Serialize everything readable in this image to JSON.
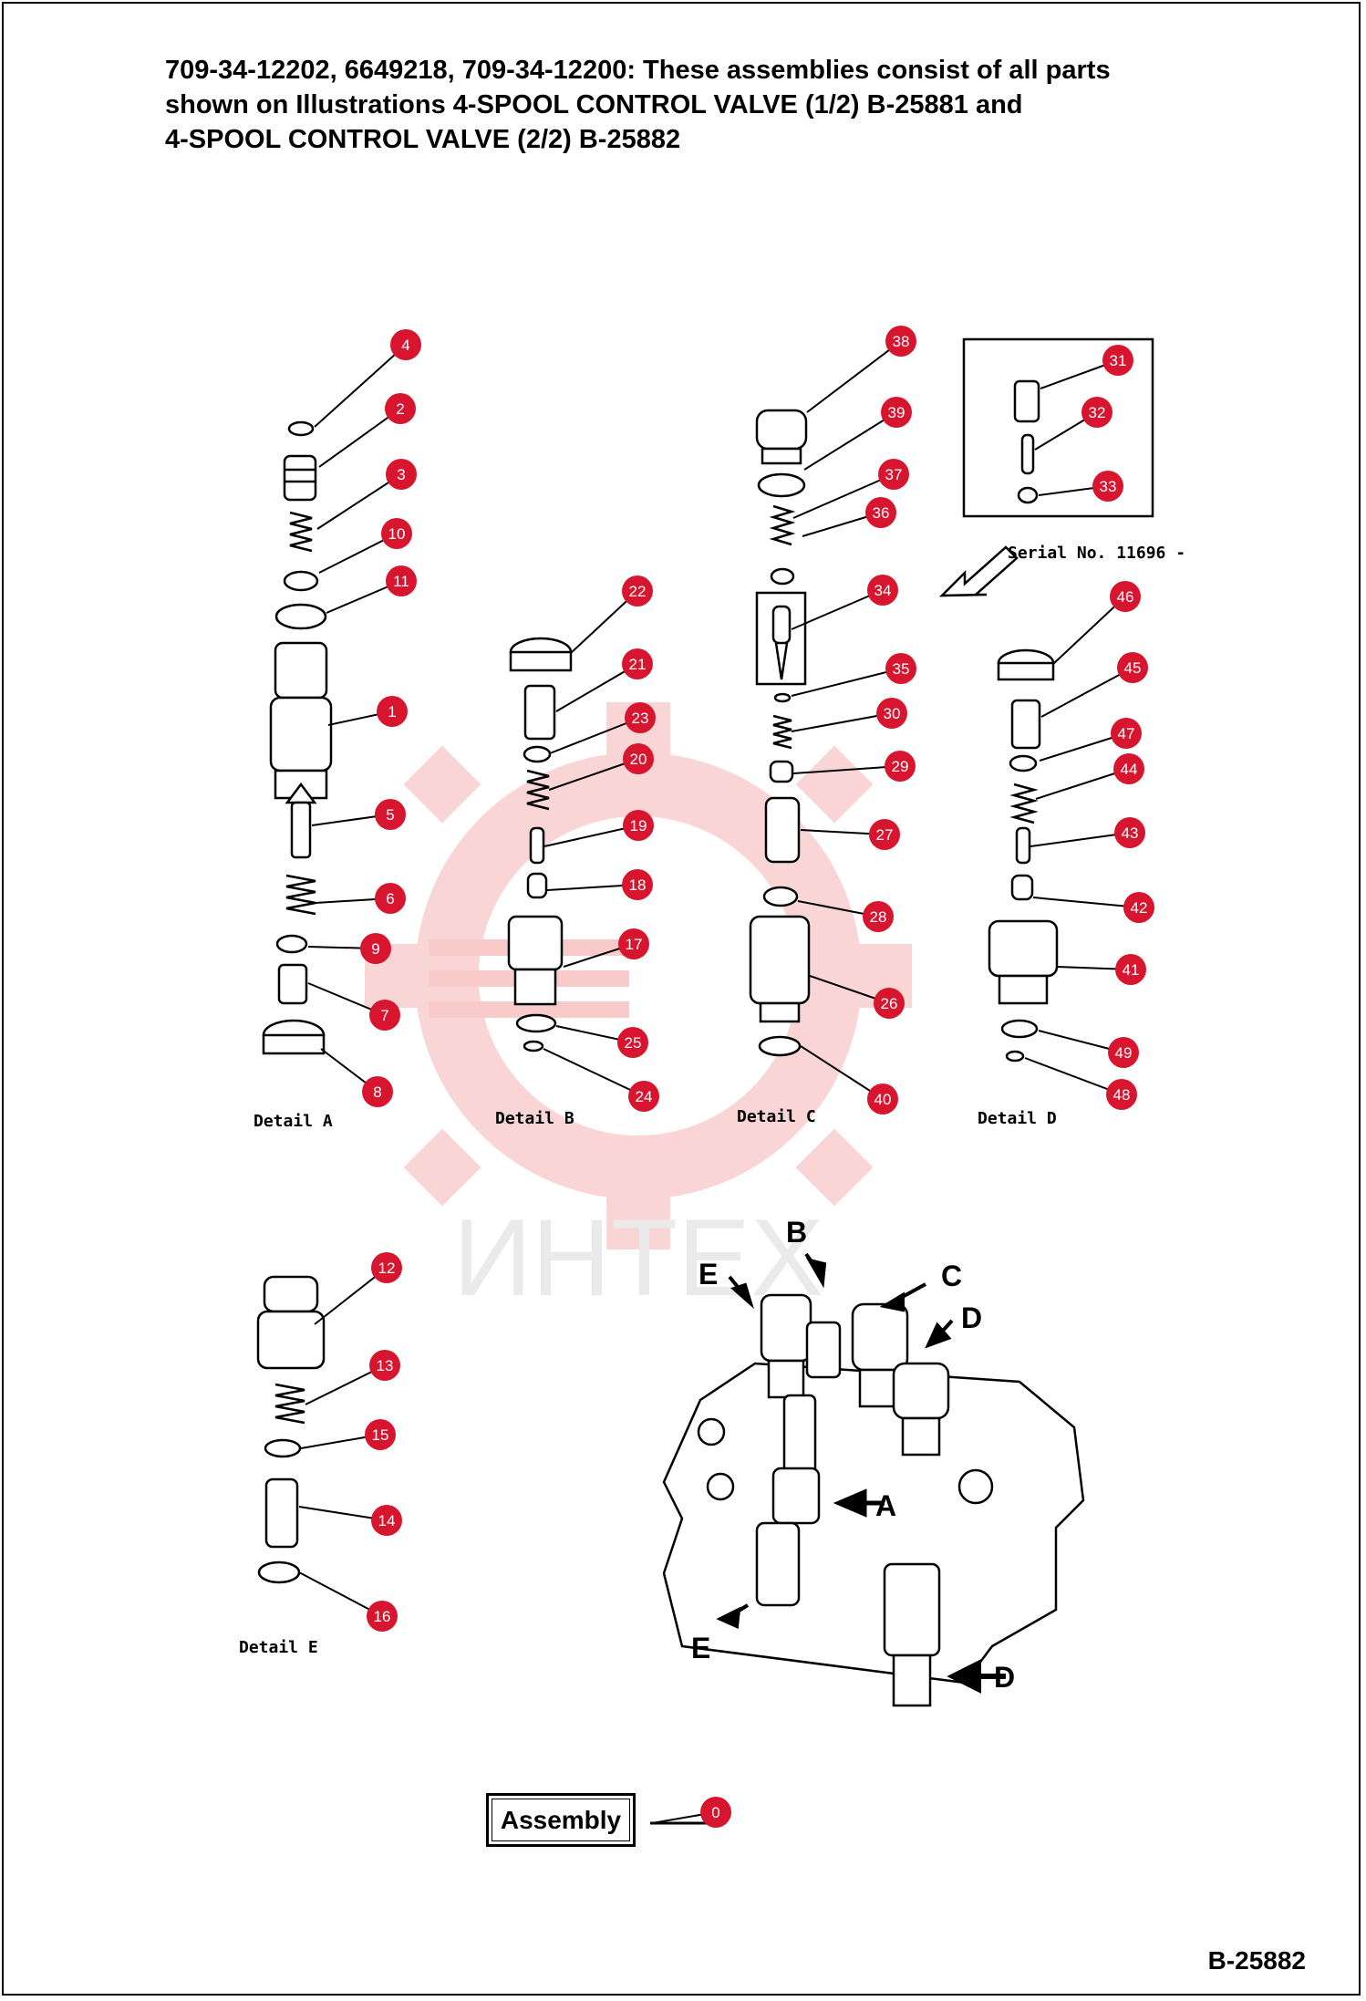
{
  "header": {
    "line1": "709-34-12202, 6649218, 709-34-12200: These assemblies consist of all parts",
    "line2": "shown on Illustrations 4-SPOOL CONTROL VALVE (1/2) B-25881 and",
    "line3": "4-SPOOL CONTROL VALVE (2/2) B-25882"
  },
  "details": {
    "a": "Detail A",
    "b": "Detail B",
    "c": "Detail C",
    "d": "Detail D",
    "e": "Detail E"
  },
  "serial_note": "Serial No. 11696 -",
  "assembly_refs": {
    "a": "A",
    "b": "B",
    "c": "C",
    "d1": "D",
    "d2": "D",
    "e1": "E",
    "e2": "E"
  },
  "assembly_label": "Assembly",
  "watermark": "ИНТЕХ",
  "footer_code": "B-25882",
  "colors": {
    "callout": "#d8152e",
    "watermark": "#f7b3b3"
  },
  "callouts": [
    "0",
    "1",
    "2",
    "3",
    "4",
    "5",
    "6",
    "7",
    "8",
    "9",
    "10",
    "11",
    "12",
    "13",
    "14",
    "15",
    "16",
    "17",
    "18",
    "19",
    "20",
    "21",
    "22",
    "23",
    "24",
    "25",
    "26",
    "27",
    "28",
    "29",
    "30",
    "31",
    "32",
    "33",
    "34",
    "35",
    "36",
    "37",
    "38",
    "39",
    "40",
    "41",
    "42",
    "43",
    "44",
    "45",
    "46",
    "47",
    "48",
    "49"
  ]
}
